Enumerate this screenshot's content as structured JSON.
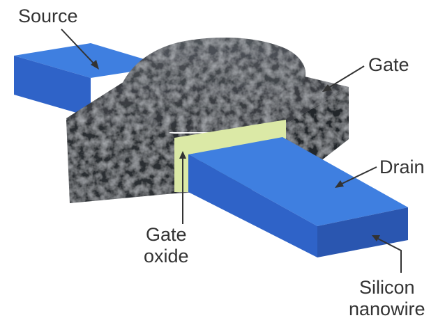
{
  "labels": {
    "source": "Source",
    "gate": "Gate",
    "drain": "Drain",
    "gate_oxide": [
      "Gate",
      "oxide"
    ],
    "silicon_nanowire": [
      "Silicon",
      "nanowire"
    ]
  },
  "colors": {
    "nanowire_top": "#3f7fe0",
    "nanowire_front": "#2f63c8",
    "nanowire_side": "#2a56b0",
    "gate_front": "#2c2f33",
    "gate_top": "#3a3d42",
    "gate_side": "#24272b",
    "oxide": "#dbe9a6",
    "leader_line": "#333333",
    "label_text": "#333333"
  }
}
